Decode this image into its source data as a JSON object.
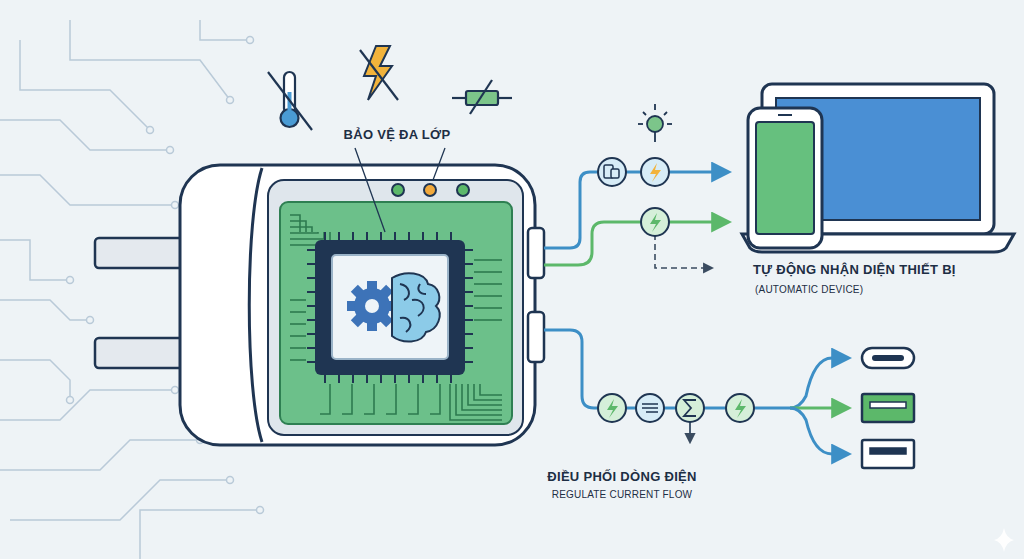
{
  "diagram": {
    "labels": [
      "BẢO VỆ ĐA LỚP",
      "TỰ ĐỘNG NHẬN DIỆN THIẾT BỊ",
      "(AUTOMATIC DEVICE)",
      "ĐIỀU PHỐI DÒNG ĐIỆN",
      "REGULATE CURRENT FLOW"
    ]
  }
}
